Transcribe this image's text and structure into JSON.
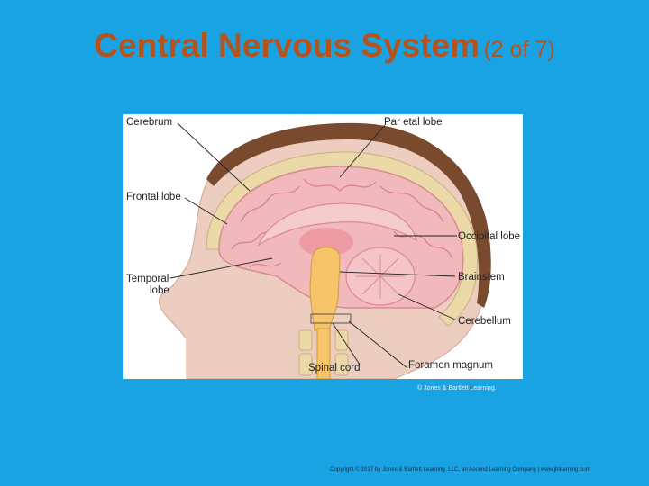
{
  "slide": {
    "title_main": "Central Nervous System",
    "title_sub": "(2 of 7)"
  },
  "figure": {
    "labels": {
      "cerebrum": "Cerebrum",
      "parietal_lobe": "Par etal lobe",
      "frontal_lobe": "Frontal lobe",
      "occipital_lobe": "Occipital lobe",
      "temporal_lobe_line1": "Temporal",
      "temporal_lobe_line2": "lobe",
      "brainstem": "Brainstem",
      "cerebellum": "Cerebellum",
      "spinal_cord": "Spinal cord",
      "foramen_magnum": "Foramen magnum"
    },
    "credit": "© Jones & Bartlett Learning."
  },
  "footer": {
    "copyright": "Copyright © 2017 by Jones & Bartlett Learning, LLC, an Ascend Learning Company | www.jblearning.com"
  }
}
